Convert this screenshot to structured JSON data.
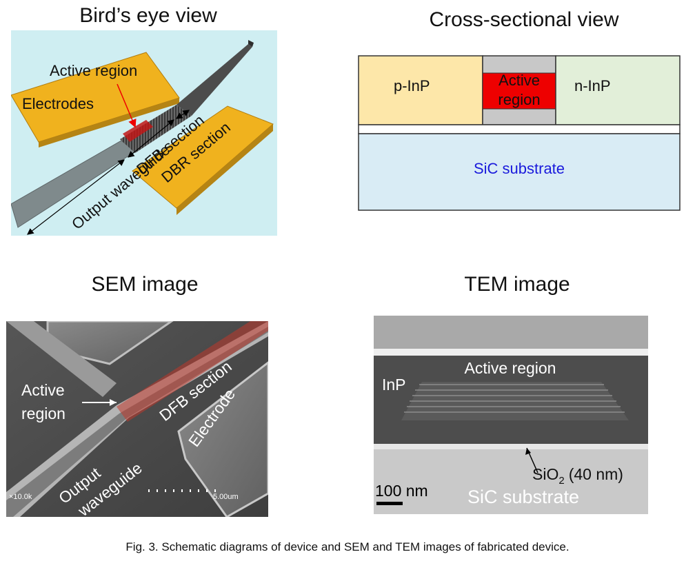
{
  "figure": {
    "caption": "Fig. 3. Schematic diagrams of device and SEM and TEM images of fabricated device."
  },
  "birds_eye": {
    "title": "Bird’s eye view",
    "labels": {
      "active_region": "Active region",
      "electrodes": "Electrodes",
      "dfb_section": "DFB section",
      "dbr_section": "DBR section",
      "output_waveguide": "Output waveguide"
    }
  },
  "cross_section": {
    "title": "Cross-sectional view",
    "labels": {
      "p_inp": "p-InP",
      "active_region": "Active region",
      "n_inp": "n-InP",
      "substrate": "SiC substrate"
    },
    "colors": {
      "p_inp": "#fde7a9",
      "active": "#ee0000",
      "n_inp": "#e2efd9",
      "substrate": "#d9ecf5"
    }
  },
  "sem": {
    "title": "SEM image",
    "labels": {
      "active_region": "Active region",
      "dfb_section": "DFB section",
      "electrode": "Electrode",
      "output_waveguide": "Output waveguide",
      "magnification": "×10.0k",
      "scale": "5.00um"
    }
  },
  "tem": {
    "title": "TEM image",
    "labels": {
      "active_region": "Active region",
      "inp": "InP",
      "sio2": "SiO",
      "sio2_sub": "2",
      "sio2_thickness": "(40 nm)",
      "scale": "100 nm",
      "substrate": "SiC substrate"
    }
  }
}
